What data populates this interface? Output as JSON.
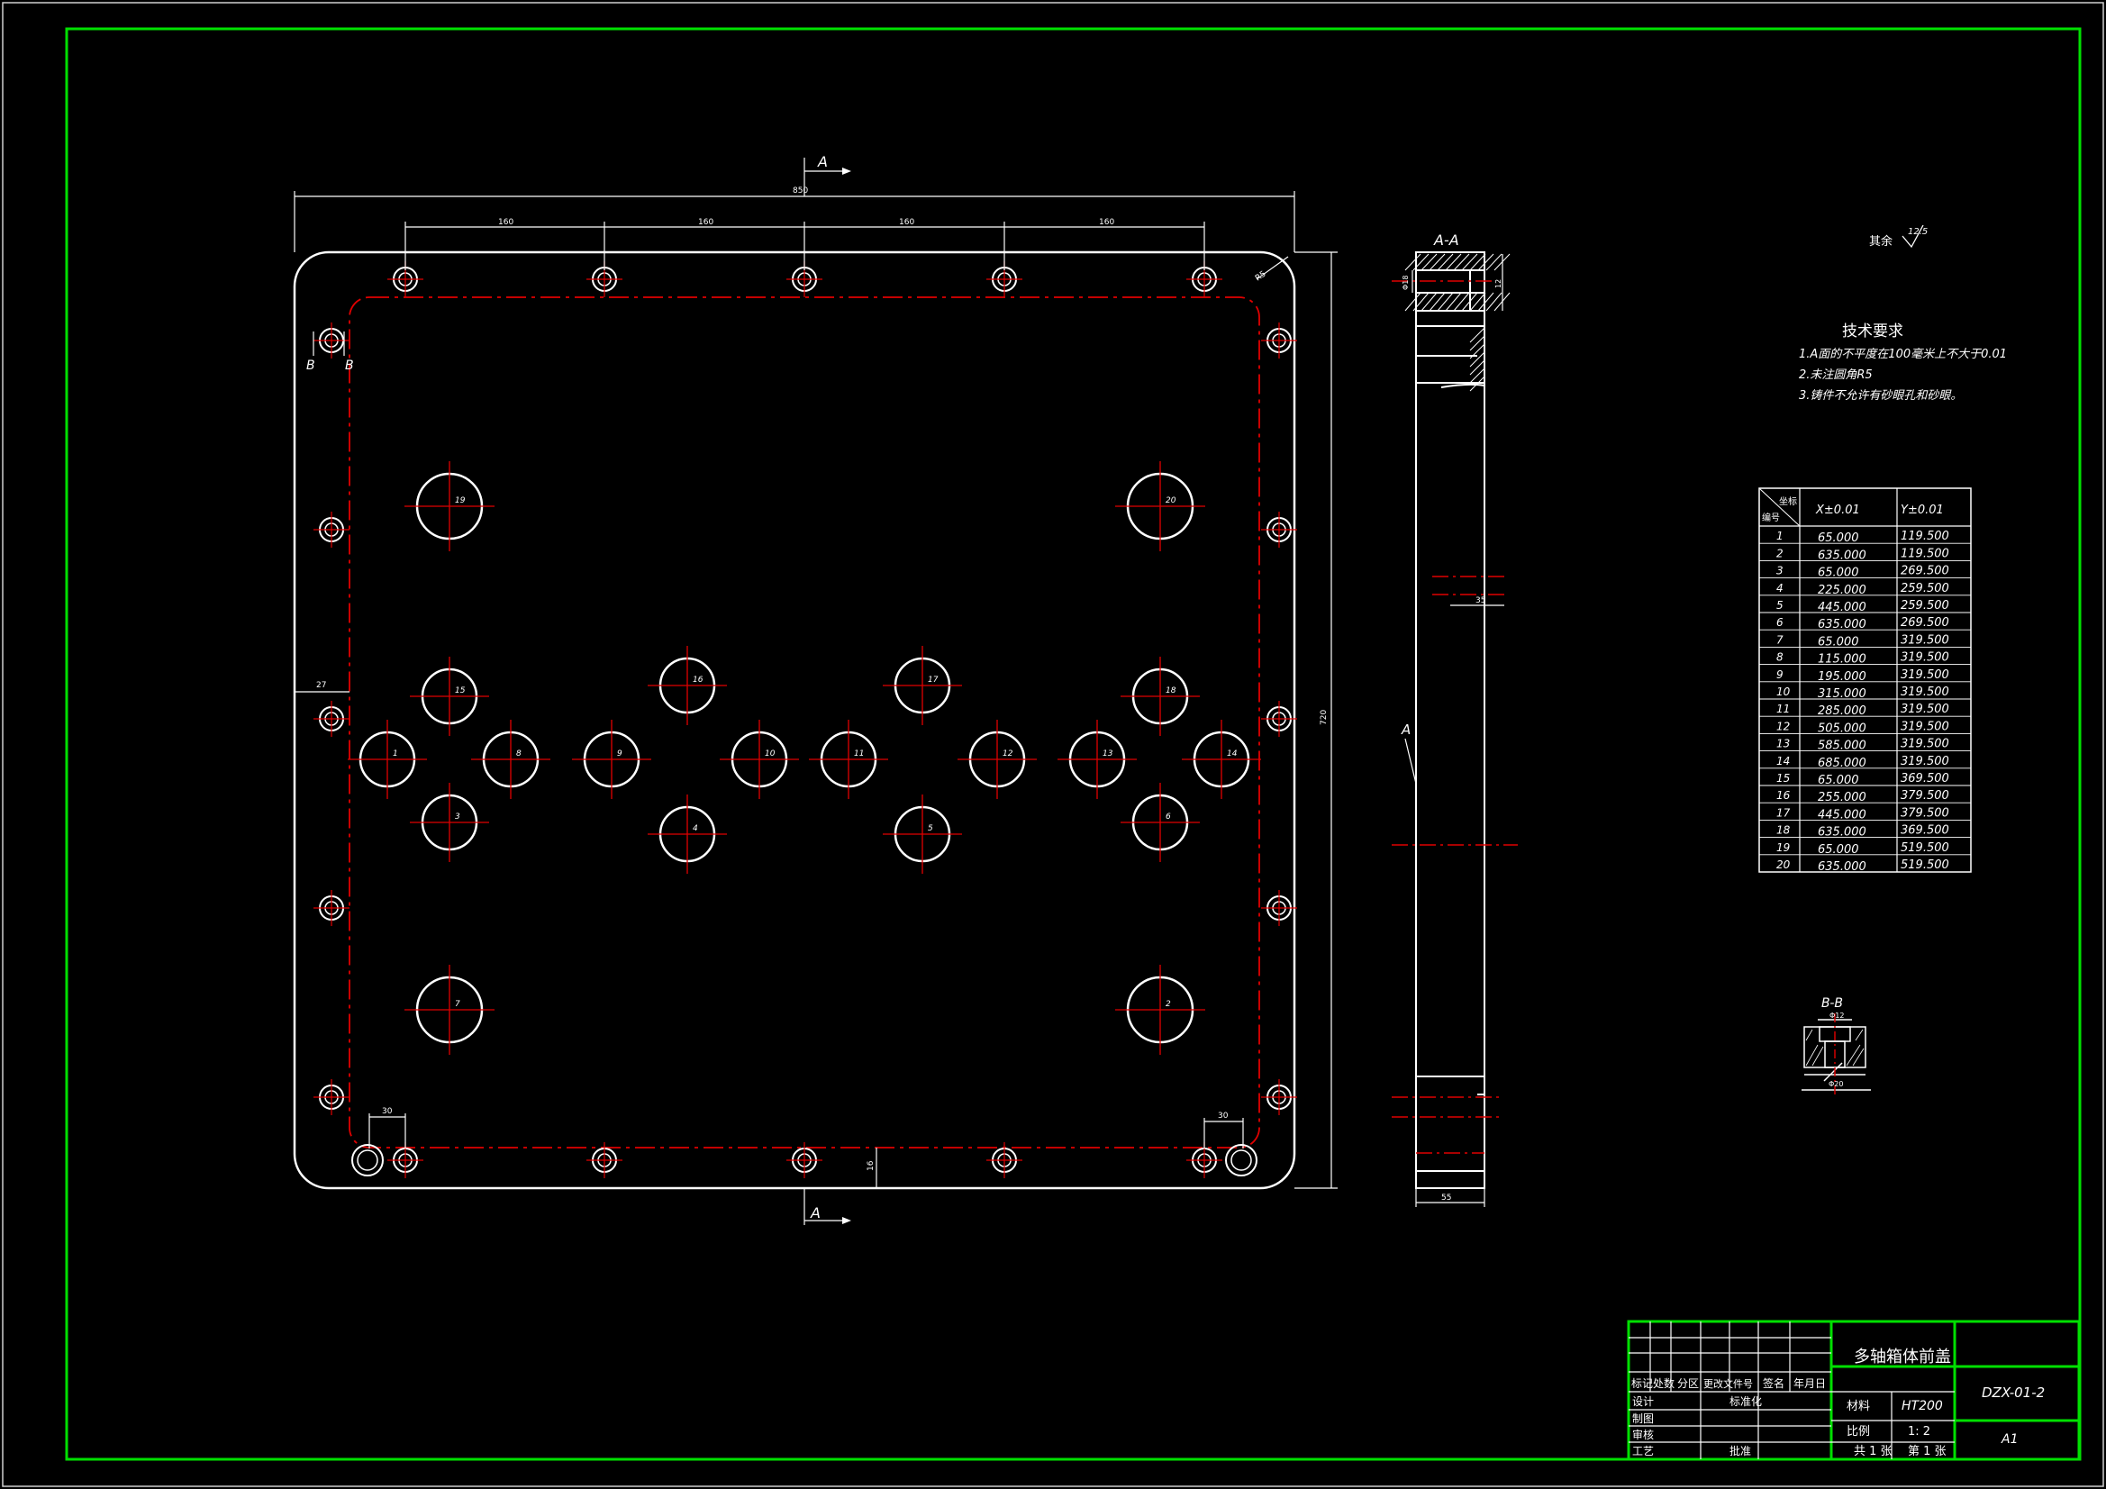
{
  "title_block": {
    "part_name": "多轴箱体前盖",
    "drawing_number": "DZX-01-2",
    "material_label": "材料",
    "material": "HT200",
    "scale_label": "比例",
    "scale": "1: 2",
    "sheets_total": "共 1 张",
    "sheet_no": "第 1 张",
    "sheet_size": "A1",
    "rev_headers": [
      "标记",
      "处数",
      "分区",
      "更改文件号",
      "签名",
      "年月日"
    ],
    "row_labels": [
      "设计",
      "制图",
      "审核",
      "工艺"
    ],
    "std_label": "标准化",
    "approve_label": "批准"
  },
  "tech_req": {
    "title": "技术要求",
    "items": [
      "1.A面的不平度在100毫米上不大于0.01",
      "2.未注圆角R5",
      "3.铸件不允许有砂眼孔和砂眼。"
    ]
  },
  "roughness": {
    "label": "其余",
    "value": "12.5"
  },
  "section_labels": {
    "aa": "A-A",
    "bb": "B-B",
    "a_mark": "A",
    "b_mark": "B"
  },
  "dims": {
    "overall_width": "850",
    "spacing": [
      "160",
      "160",
      "160",
      "160"
    ],
    "corner_r": "R5",
    "edge_offset": "27",
    "height": "720",
    "bottom_offset": "16",
    "left_gap": "30",
    "right_gap": "30",
    "thickness": "55",
    "side_hole": "35",
    "aa_d1": "Φ18",
    "aa_d2": "12",
    "bb_top": "Φ12",
    "bb_bottom": "Φ20"
  },
  "hole_table": {
    "corner_top": "坐标",
    "corner_bottom": "编号",
    "x_header": "X±0.01",
    "y_header": "Y±0.01",
    "rows": [
      {
        "n": "1",
        "x": "65.000",
        "y": "119.500"
      },
      {
        "n": "2",
        "x": "635.000",
        "y": "119.500"
      },
      {
        "n": "3",
        "x": "65.000",
        "y": "269.500"
      },
      {
        "n": "4",
        "x": "225.000",
        "y": "259.500"
      },
      {
        "n": "5",
        "x": "445.000",
        "y": "259.500"
      },
      {
        "n": "6",
        "x": "635.000",
        "y": "269.500"
      },
      {
        "n": "7",
        "x": "65.000",
        "y": "319.500"
      },
      {
        "n": "8",
        "x": "115.000",
        "y": "319.500"
      },
      {
        "n": "9",
        "x": "195.000",
        "y": "319.500"
      },
      {
        "n": "10",
        "x": "315.000",
        "y": "319.500"
      },
      {
        "n": "11",
        "x": "285.000",
        "y": "319.500"
      },
      {
        "n": "12",
        "x": "505.000",
        "y": "319.500"
      },
      {
        "n": "13",
        "x": "585.000",
        "y": "319.500"
      },
      {
        "n": "14",
        "x": "685.000",
        "y": "319.500"
      },
      {
        "n": "15",
        "x": "65.000",
        "y": "369.500"
      },
      {
        "n": "16",
        "x": "255.000",
        "y": "379.500"
      },
      {
        "n": "17",
        "x": "445.000",
        "y": "379.500"
      },
      {
        "n": "18",
        "x": "635.000",
        "y": "369.500"
      },
      {
        "n": "19",
        "x": "65.000",
        "y": "519.500"
      },
      {
        "n": "20",
        "x": "635.000",
        "y": "519.500"
      }
    ]
  },
  "hole_labels": [
    "19",
    "20",
    "15",
    "16",
    "17",
    "18",
    "1",
    "8",
    "9",
    "10",
    "11",
    "12",
    "13",
    "14",
    "3",
    "4",
    "5",
    "6",
    "7",
    "2"
  ],
  "colors": {
    "frame": "#00e000",
    "line": "#ffffff",
    "center": "#e00000",
    "bg": "#000000"
  }
}
